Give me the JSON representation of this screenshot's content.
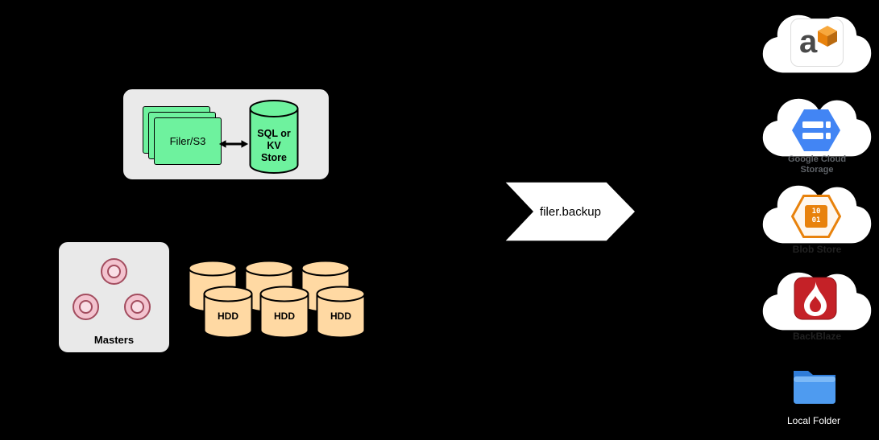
{
  "canvas": {
    "background": "#000000"
  },
  "filer_cluster": {
    "filer_label": "Filer/S3",
    "store_label": "SQL or\nKV\nStore"
  },
  "masters": {
    "label": "Masters"
  },
  "volumes": {
    "hdd_labels": [
      "HDD",
      "HDD",
      "HDD"
    ]
  },
  "backup_arrow": {
    "label": "filer.backup"
  },
  "destinations": {
    "amazon": {
      "icon_text": "a"
    },
    "gcs": {
      "label": "Google Cloud\nStorage"
    },
    "azure": {
      "label": "Blob Store",
      "icon_text": "10\n01"
    },
    "backblaze": {
      "label": "BackBlaze"
    },
    "local": {
      "label": "Local Folder"
    }
  },
  "colors": {
    "node_green": "#6EF29E",
    "volume_tan": "#FFD9A3",
    "master_pink": "#F3C3CF",
    "group_gray": "#EAEAEA",
    "gcs_blue": "#4285F4",
    "azure_orange": "#E8820C",
    "backblaze_red": "#C42127",
    "folder_blue": "#4E9BF0",
    "background": "#000000"
  }
}
